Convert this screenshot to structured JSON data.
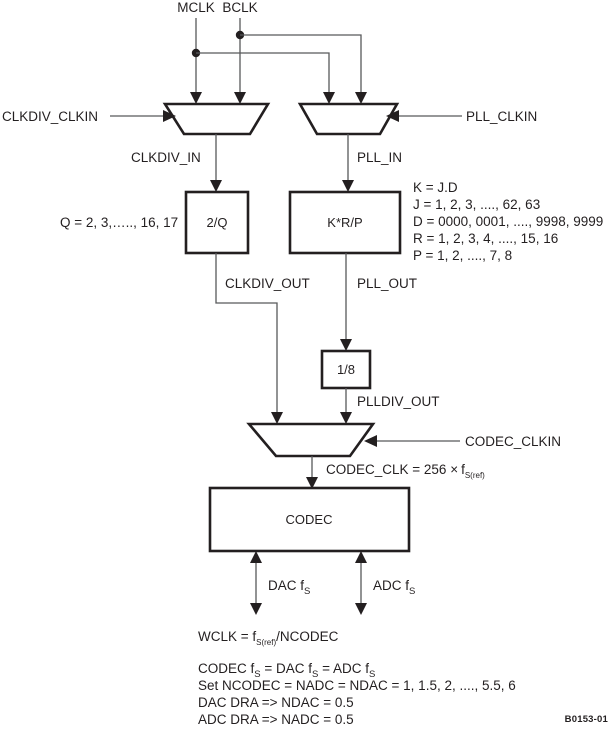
{
  "diagram": {
    "id_code": "B0153-01",
    "inputs": {
      "mclk": "MCLK",
      "bclk": "BCLK",
      "clkdiv_clkin": "CLKDIV_CLKIN",
      "pll_clkin": "PLL_CLKIN",
      "codec_clkin": "CODEC_CLKIN"
    },
    "nets": {
      "clkdiv_in": "CLKDIV_IN",
      "pll_in": "PLL_IN",
      "clkdiv_out": "CLKDIV_OUT",
      "pll_out": "PLL_OUT",
      "plldiv_out": "PLLDIV_OUT"
    },
    "blocks": {
      "clkdiv": "2/Q",
      "pll": "K*R/P",
      "plldiv": "1/8",
      "codec": "CODEC"
    },
    "annotations": {
      "q_range": "Q = 2, 3,….., 16, 17",
      "pll_params": [
        "K = J.D",
        "J = 1, 2, 3, ...., 62, 63",
        "D = 0000, 0001, ...., 9998, 9999",
        "R = 1, 2, 3, 4, ...., 15, 16",
        "P = 1, 2, ...., 7, 8"
      ]
    },
    "codec_clk": {
      "prefix": "CODEC_CLK = 256 ",
      "times": "×",
      "f": "f",
      "sub": "S(ref)"
    },
    "codec_ports": {
      "dac": "DAC f",
      "dac_sub": "S",
      "adc": "ADC f",
      "adc_sub": "S"
    },
    "footer": {
      "wclk_prefix": "WCLK = f",
      "wclk_sub": "S(ref)",
      "wclk_suffix": "/NCODEC",
      "line_codec_fs_a": "CODEC f",
      "line_codec_fs_sub1": "S",
      "line_codec_fs_b": " = DAC f",
      "line_codec_fs_sub2": "S",
      "line_codec_fs_c": " = ADC f",
      "line_codec_fs_sub3": "S",
      "set_ncodec": "Set NCODEC = NADC = NDAC = 1, 1.5, 2, ...., 5.5, 6",
      "dac_dra": "DAC DRA => NDAC = 0.5",
      "adc_dra": "ADC DRA => NADC = 0.5"
    },
    "colors": {
      "ink": "#231f20",
      "wire_gray": "#58595b",
      "background": "#ffffff"
    }
  }
}
